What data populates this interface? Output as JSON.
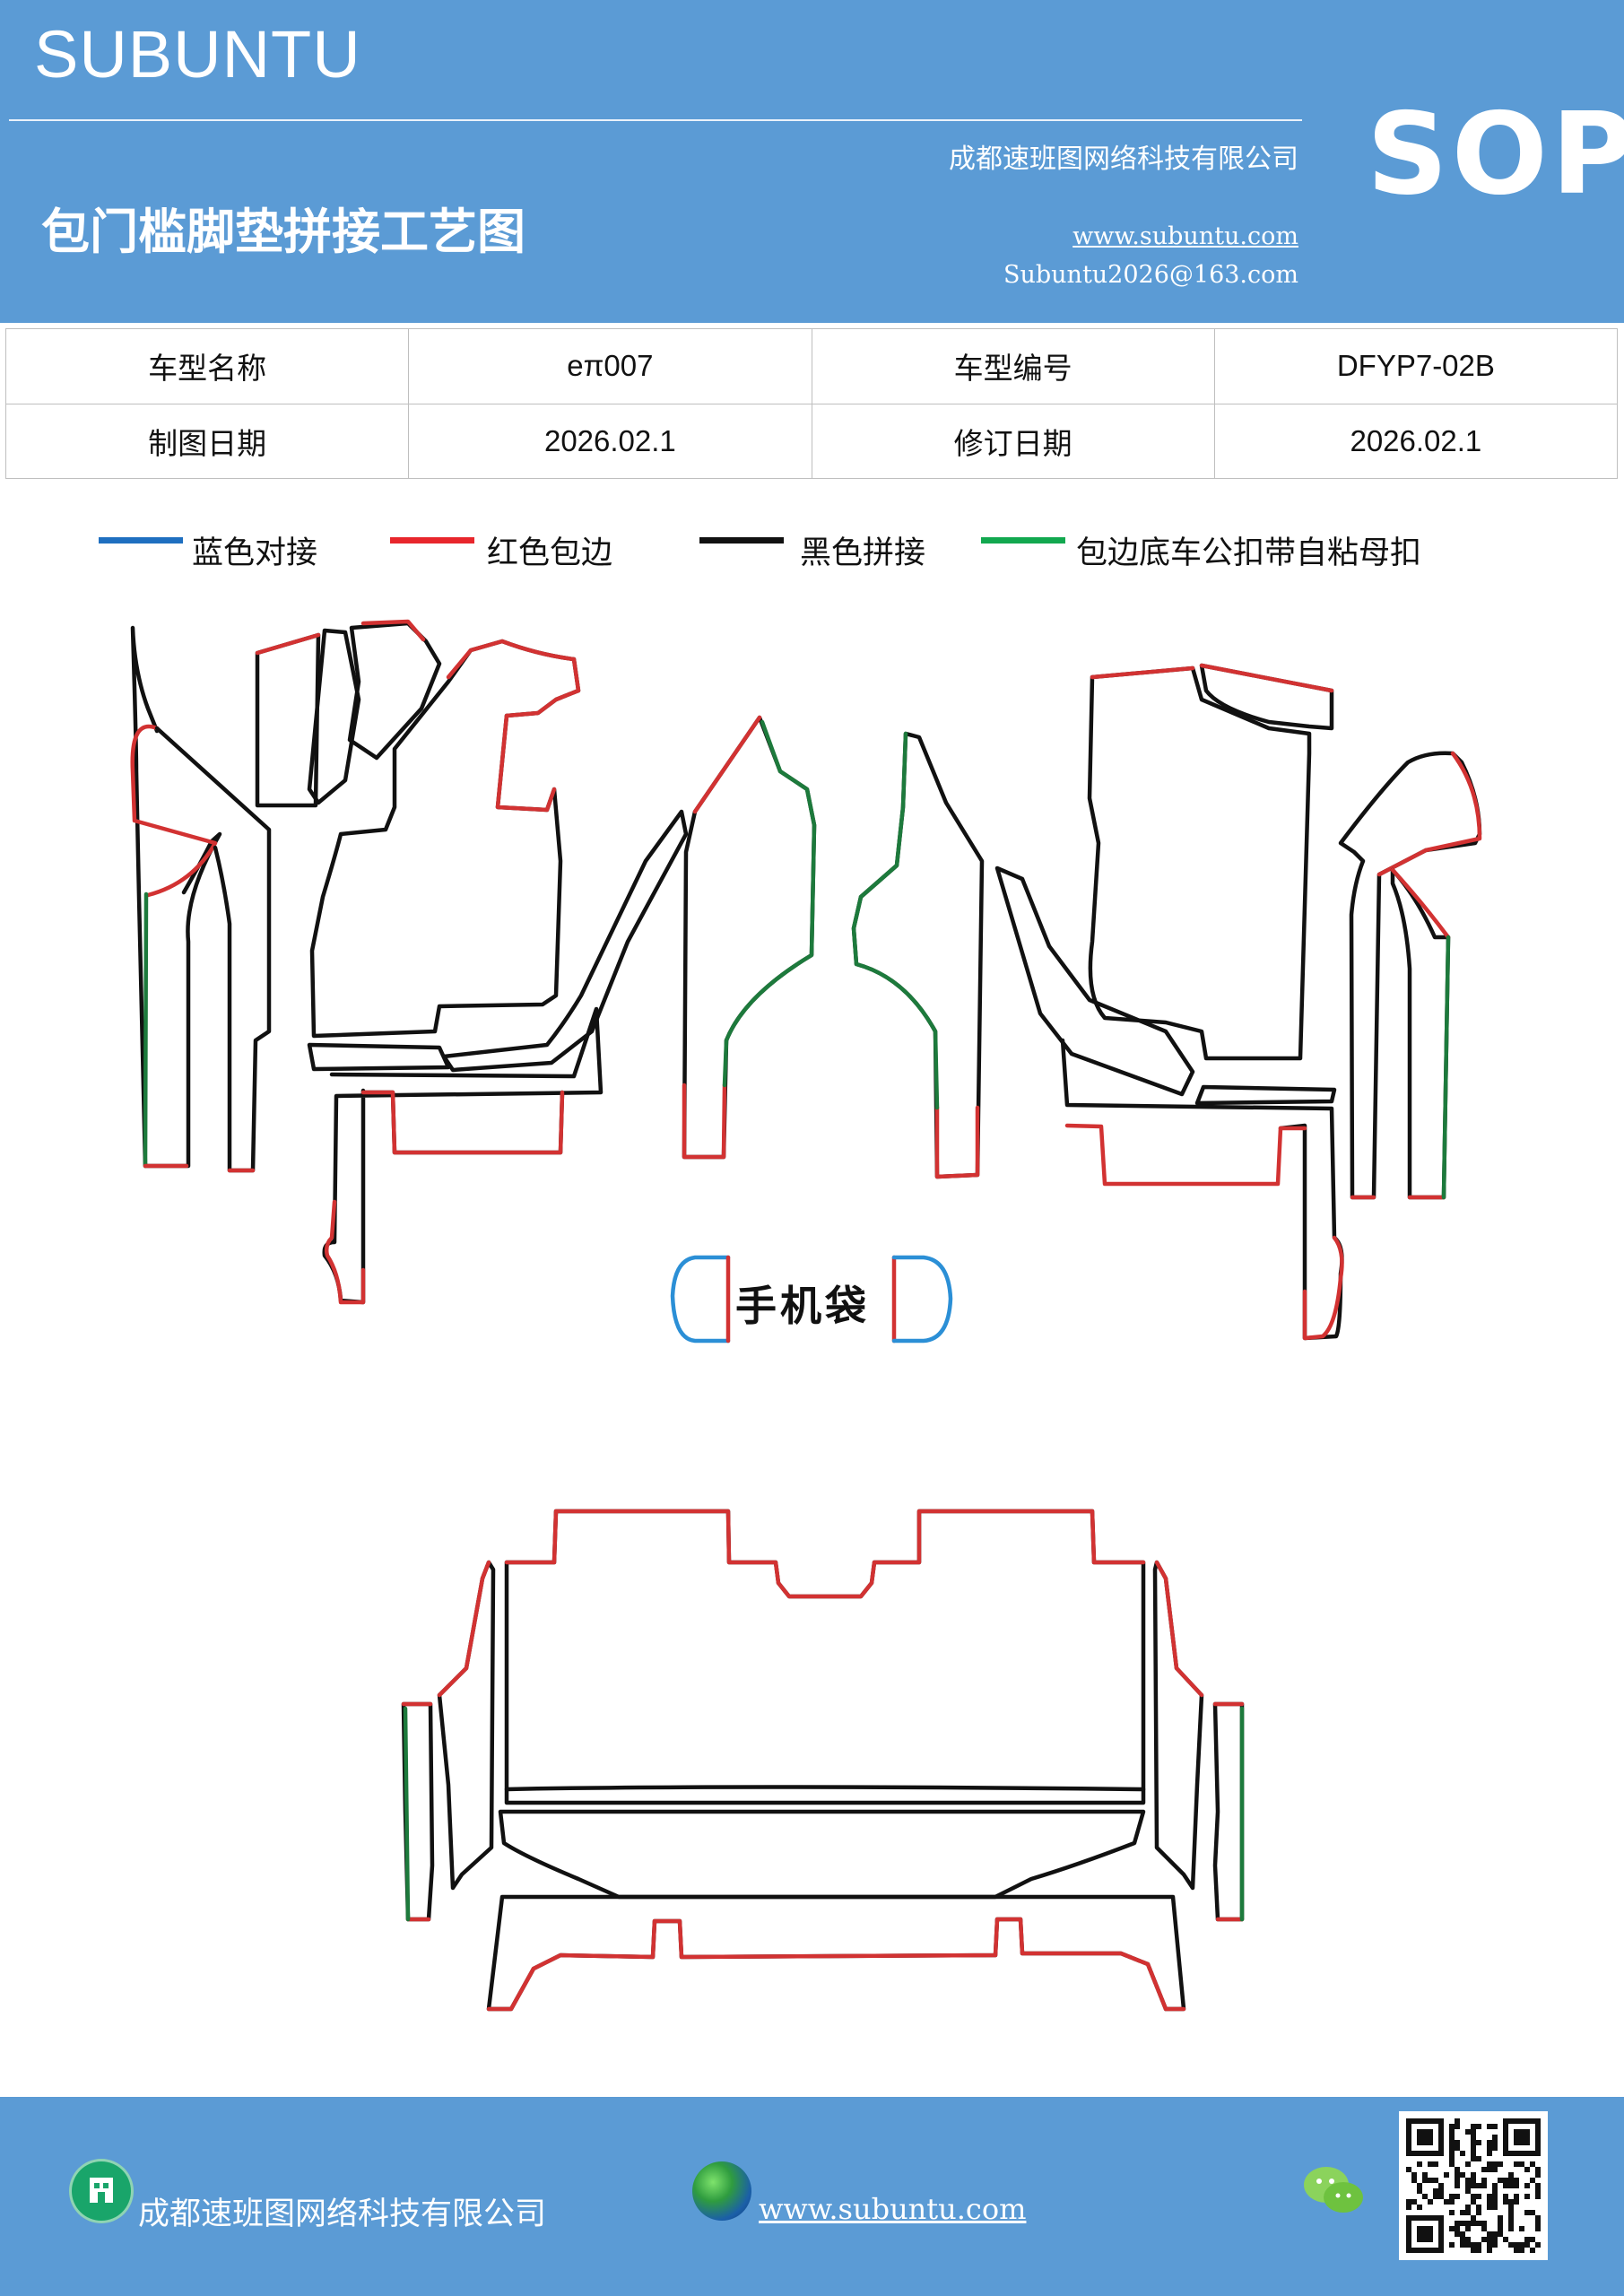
{
  "header": {
    "brand": "SUBUNTU",
    "company": "成都速班图网络科技有限公司",
    "title": "包门槛脚垫拼接工艺图",
    "url": "www.subuntu.com",
    "email": "Subuntu2026@163.com",
    "badge": "SOP"
  },
  "info_table": {
    "rows": [
      {
        "label1": "车型名称",
        "value1": "eπ007",
        "label2": "车型编号",
        "value2": "DFYP7-02B"
      },
      {
        "label1": "制图日期",
        "value1": "2026.02.1",
        "label2": "修订日期",
        "value2": "2026.02.1"
      }
    ]
  },
  "legend": [
    {
      "label": "蓝色对接",
      "color": "#1f6fc0"
    },
    {
      "label": "红色包边",
      "color": "#e8262c"
    },
    {
      "label": "黑色拼接",
      "color": "#111111"
    },
    {
      "label": "包边底车公扣带自粘母扣",
      "color": "#12a84f"
    }
  ],
  "diagram": {
    "pocket_label": "手机袋",
    "colors": {
      "black": "#111111",
      "red": "#d23232",
      "green": "#1d7a3c",
      "blue": "#2b8fd6"
    }
  },
  "footer": {
    "company": "成都速班图网络科技有限公司",
    "url": "www.subuntu.com",
    "icons": [
      "building-icon",
      "globe-icon",
      "wechat-icon",
      "qr-code"
    ]
  }
}
